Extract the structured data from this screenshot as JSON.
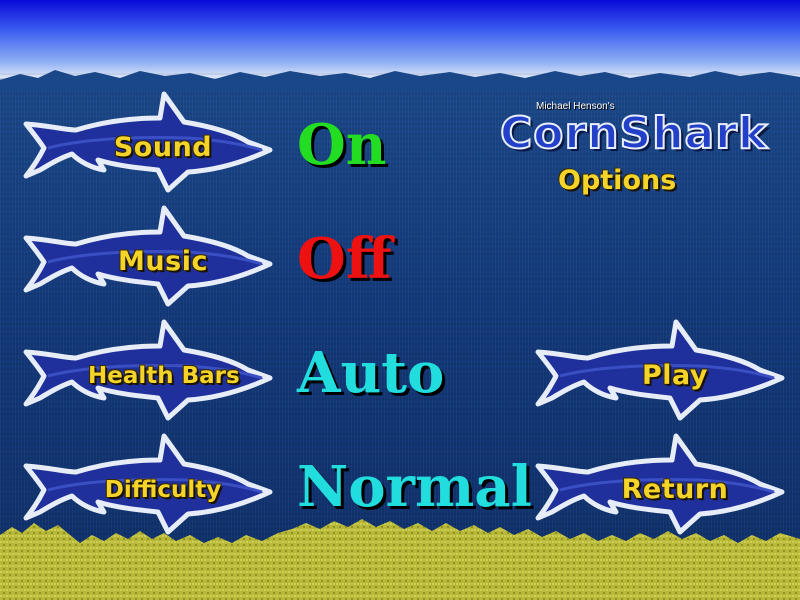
{
  "logo": {
    "credit": "Michael Henson's",
    "title": "CornShark",
    "subtitle": "Options"
  },
  "options": [
    {
      "label": "Sound",
      "value": "On",
      "value_color": "#22dd22"
    },
    {
      "label": "Music",
      "value": "Off",
      "value_color": "#ee1111"
    },
    {
      "label": "Health Bars",
      "value": "Auto",
      "value_color": "#22dddd"
    },
    {
      "label": "Difficulty",
      "value": "Normal",
      "value_color": "#22dddd"
    }
  ],
  "actions": {
    "play_label": "Play",
    "return_label": "Return"
  },
  "colors": {
    "label_gold": "#f4d428",
    "shark_body": "#1f2f9c",
    "shark_outline": "#e6ecf8"
  }
}
